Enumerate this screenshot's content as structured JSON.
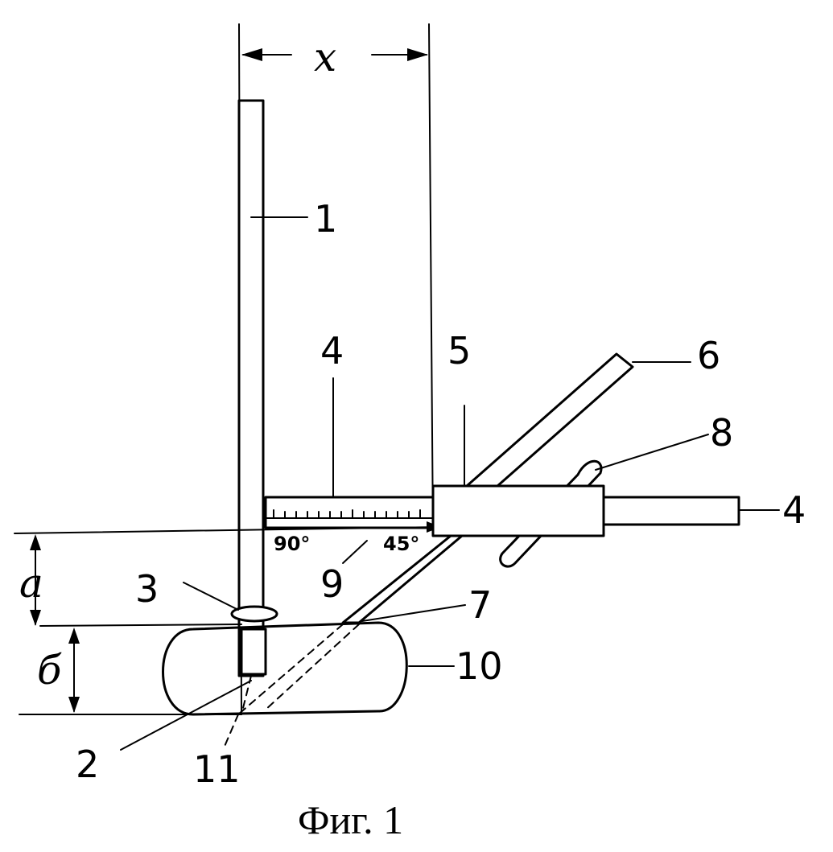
{
  "figure": {
    "caption": "Фиг. 1",
    "dimension_labels": {
      "x": "x",
      "a": "a",
      "b": "б"
    },
    "scale_labels": {
      "left": "90°",
      "right": "45°"
    },
    "parts": [
      {
        "number": "1",
        "id": "vertical-rod"
      },
      {
        "number": "2",
        "id": "rod-tip"
      },
      {
        "number": "3",
        "id": "collar"
      },
      {
        "number": "4",
        "id": "horizontal-arm"
      },
      {
        "number": "5",
        "id": "sliding-block"
      },
      {
        "number": "6",
        "id": "inclined-guide"
      },
      {
        "number": "7",
        "id": "needle"
      },
      {
        "number": "8",
        "id": "handle"
      },
      {
        "number": "9",
        "id": "angle-scale"
      },
      {
        "number": "10",
        "id": "target-body"
      },
      {
        "number": "11",
        "id": "needle-path"
      },
      {
        "number": "4",
        "id": "arm-extension"
      }
    ]
  }
}
